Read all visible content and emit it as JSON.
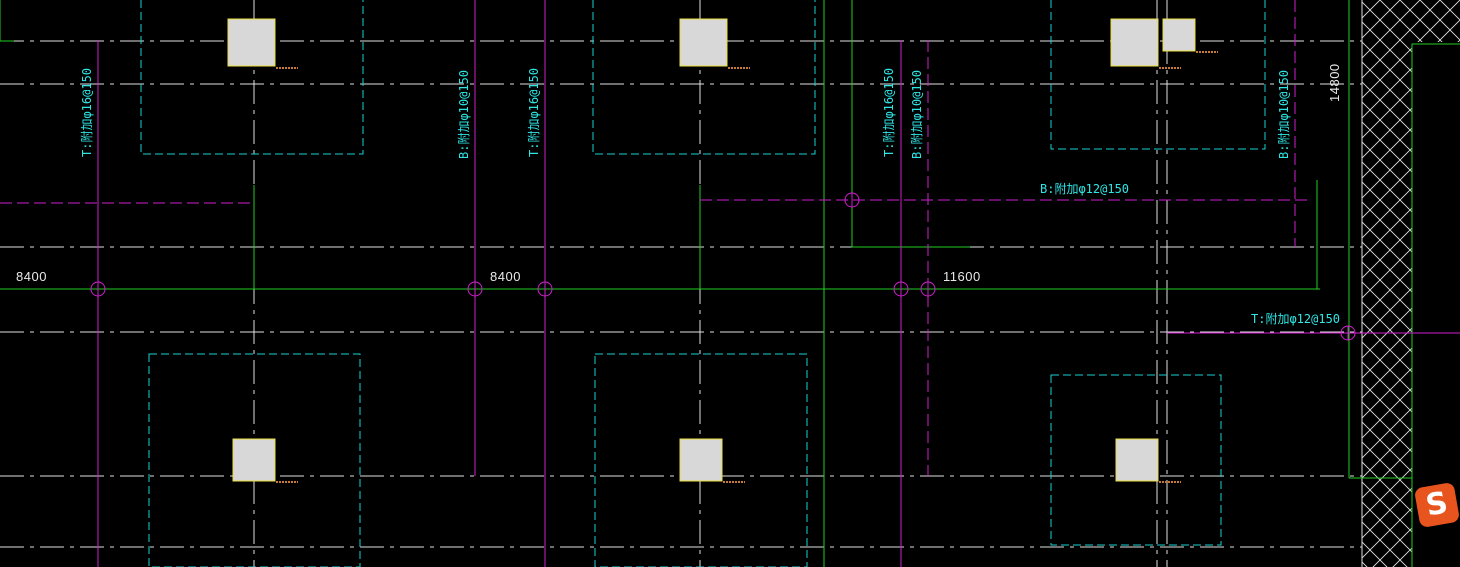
{
  "colors": {
    "background": "#000000",
    "axis_line": "#e0e0e0",
    "grid_green": "#22cc22",
    "rebar_magenta": "#d11fd1",
    "cap_cyan": "#18d2d2",
    "label_cyan": "#2ee6e6",
    "column_fill": "#d8d8d8",
    "column_edge": "#e8e040",
    "hatch": "#e0e0e0",
    "badge": "#e8541e"
  },
  "dimensions": {
    "dim_1": "8400",
    "dim_2": "8400",
    "dim_3": "11600",
    "dim_4": "14800"
  },
  "rebar_labels": {
    "v1": "T:附加φ16@150",
    "v2": "B:附加φ10@150",
    "v3": "T:附加φ16@150",
    "v4": "T:附加φ16@150",
    "v5": "B:附加φ10@150",
    "v6": "B:附加φ10@150",
    "h1": "B:附加φ12@150",
    "h2": "T:附加φ12@150"
  },
  "badge": {
    "icon": "sogou-input-icon",
    "text": "S"
  }
}
